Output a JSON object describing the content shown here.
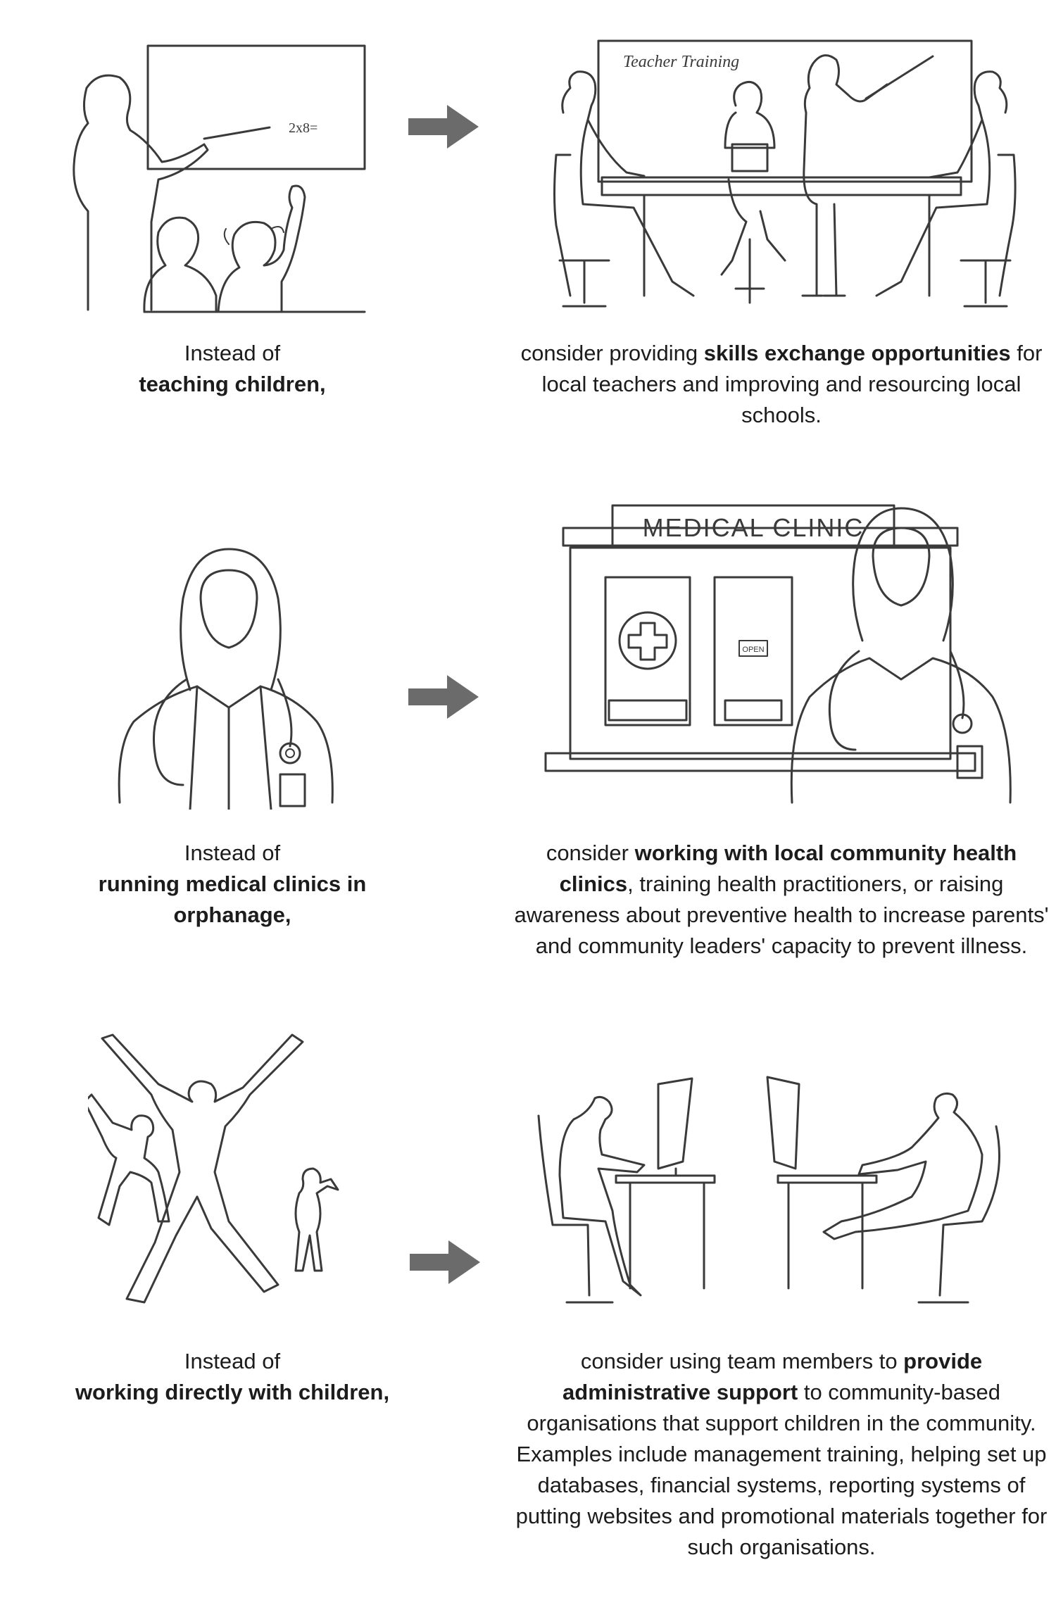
{
  "rows": [
    {
      "left": {
        "illustration": "teacher-at-chalkboard-with-children",
        "board_text": "2x8=",
        "lead": "Instead of",
        "bold": "teaching children,"
      },
      "right": {
        "illustration": "teacher-training-meeting",
        "board_text": "Teacher Training",
        "pre": "consider providing ",
        "bold": "skills exchange opportunities",
        "post": " for local teachers and improving and resourcing local schools."
      }
    },
    {
      "left": {
        "illustration": "doctor-with-stethoscope",
        "lead": "Instead of",
        "bold": "running medical clinics in orphanage,"
      },
      "right": {
        "illustration": "medical-clinic-building-with-doctor",
        "sign_text": "MEDICAL CLINIC",
        "door_sign": "OPEN",
        "pre": "consider ",
        "bold": "working with local community health clinics",
        "post": ", training health practitioners, or raising awareness about preventive health to increase parents' and community leaders' capacity to prevent illness."
      }
    },
    {
      "left": {
        "illustration": "jumping-children-silhouettes",
        "lead": "Instead of",
        "bold": "working directly with children,"
      },
      "right": {
        "illustration": "two-people-at-computers",
        "pre": "consider using team members to ",
        "bold": "provide administrative support",
        "post": " to community-based organisations that support children in the community. Examples include management training, helping set up databases, financial systems, reporting systems of putting websites and promotional materials together for such organisations."
      }
    }
  ],
  "arrow_icon": "right-arrow-icon",
  "colors": {
    "arrow": "#6b6b6b",
    "ink": "#3a3a3a",
    "text": "#1c1c1c"
  }
}
